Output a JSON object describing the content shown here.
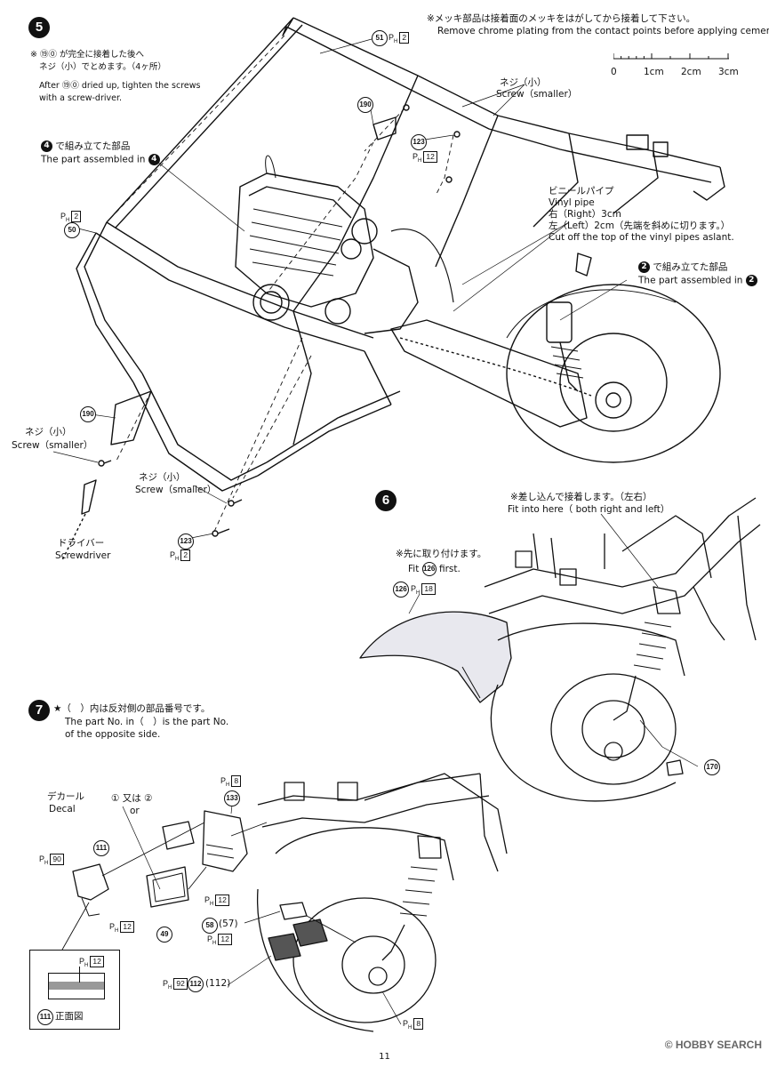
{
  "page_number": "11",
  "watermark": "HOBBY SEARCH",
  "watermark_icon": "copyright-logo-icon",
  "header_note": {
    "jp": "※メッキ部品は接着面のメッキをはがしてから接着して下さい。",
    "en": "Remove chrome plating from the contact points before applying cement."
  },
  "ruler": {
    "labels": [
      "0",
      "1cm",
      "2cm",
      "3cm"
    ]
  },
  "step5": {
    "number": "5",
    "note_jp_1": "※ ⑲⓪ が完全に接着した後へ",
    "note_jp_2": "ネジ（小）でとめます。（4ヶ所）",
    "note_en_1": "After ⑲⓪ dried up, tighten the screws",
    "note_en_2": "with a screw-driver.",
    "assembled4_jp": "で組み立てた部品",
    "assembled4_en": "The part assembled in",
    "assembled4_num": "4",
    "assembled2_jp": "で組み立てた部品",
    "assembled2_en": "The part assembled in",
    "assembled2_num": "2",
    "vinyl_jp": "ビニールパイプ",
    "vinyl_en": "Vinyl pipe",
    "vinyl_right": "右（Right）3cm",
    "vinyl_left": "左（Left）2cm（先端を斜めに切ります。）",
    "vinyl_cut": "Cut off the top of the vinyl pipes aslant.",
    "screw_small_jp": "ネジ（小）",
    "screw_small_en": "Screw（smaller）",
    "screwdriver_jp": "ドライバー",
    "screwdriver_en": "Screwdriver",
    "parts": {
      "p51": "51",
      "p51_ph": "2",
      "p190a": "190",
      "p123a": "123",
      "p123a_ph": "12",
      "p50": "50",
      "p50_ph": "2",
      "p190b": "190",
      "p123b": "123",
      "p123b_ph": "2"
    }
  },
  "step6": {
    "number": "6",
    "fit_jp": "※差し込んで接着します。（左右）",
    "fit_en": "Fit into here（ both right and left）",
    "first_jp": "※先に取り付けます。",
    "first_en_pre": "Fit",
    "first_en_num": "126",
    "first_en_post": "first.",
    "p126": "126",
    "p126_ph": "18",
    "p170": "170"
  },
  "step7": {
    "number": "7",
    "note_jp": "★（　）内は反対側の部品番号です。",
    "note_en_1": "The part No. in（　）is the part No.",
    "note_en_2": "of the opposite side.",
    "decal_jp": "デカール",
    "decal_en": "Decal",
    "decal_choice_jp": "① 又は ②",
    "decal_choice_en": "or",
    "p133": "133",
    "p133_ph": "8",
    "p111": "111",
    "p111_ph": "90",
    "p111_ph2": "12",
    "p49": "49",
    "p49_ph": "12",
    "p58": "58",
    "p57": "(57)",
    "p58_ph": "12",
    "p112": "112",
    "p112b": "(112)",
    "p112_ph": "92",
    "ph8b": "8",
    "inset_ph": "12",
    "inset_label": "正面図",
    "inset_num": "111"
  },
  "ph_prefix": "P",
  "ph_sub": "H"
}
